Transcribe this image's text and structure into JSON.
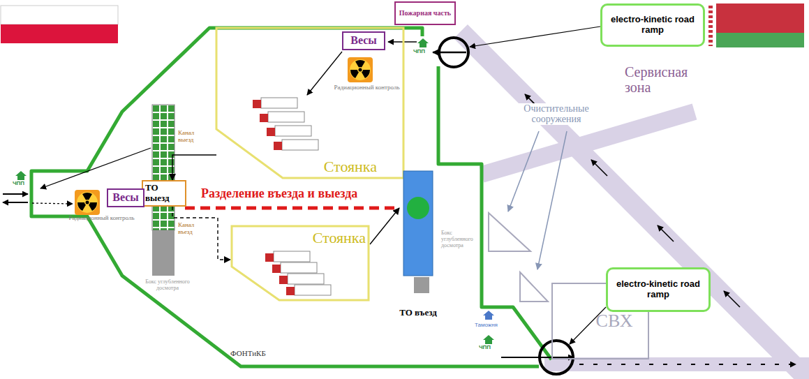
{
  "diagram": {
    "nodes": [
      {
        "text": [
          "Пожарная часть"
        ]
      },
      {
        "text": [
          "electro-kinetic road ramp"
        ]
      },
      {
        "text": [
          "Стоянка"
        ]
      },
      {
        "text": [
          "Весы"
        ],
        "in": 2
      },
      {
        "text": [
          "ТО выезд"
        ]
      },
      {
        "text": [
          "Весы"
        ]
      },
      {
        "text": [
          "Стоянка"
        ]
      },
      {
        "text": [
          "ТО въезд"
        ]
      },
      {
        "text": [
          "electro-kinetic road ramp"
        ]
      },
      {
        "text": [
          "СВХ"
        ]
      }
    ],
    "edges": [
      {
        "from": 2,
        "to": 4,
        "arrow": "to"
      },
      {
        "from": 4,
        "to": 6,
        "arrow": "to"
      },
      {
        "from": 6,
        "to": 7,
        "arrow": "to"
      }
    ],
    "labels": [
      "ЧПП",
      "Радиационный контроль",
      "Сервисная зона",
      "Канал выезд",
      "ЧПП",
      "Радиационный контроль",
      "Разделение въезда и выезда",
      "Очистительные сооружения",
      "Канал въезд",
      "Бокс углубленного досмотра",
      "Бокс углубленного досмотра",
      "Таможня",
      "ЧПП",
      "ФОНТиКБ"
    ]
  }
}
